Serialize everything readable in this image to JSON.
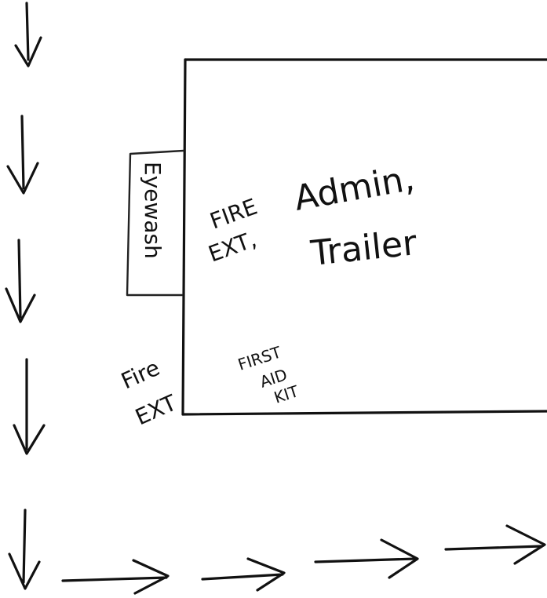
{
  "colors": {
    "ink": "#111111",
    "paper": "#ffffff"
  },
  "labels": {
    "trailer_line1": "Admin,",
    "trailer_line2": "Trailer",
    "eyewash": "Eyewash",
    "fire_ext_inside_line1": "FIRE",
    "fire_ext_inside_line2": "EXT,",
    "fire_ext_outside_line1": "Fire",
    "fire_ext_outside_line2": "EXT",
    "first_aid_line1": "FIRST",
    "first_aid_line2": "AID",
    "first_aid_line3": "KIT"
  },
  "arrows": {
    "down_icon": "arrow-down-icon",
    "right_icon": "arrow-right-icon"
  }
}
